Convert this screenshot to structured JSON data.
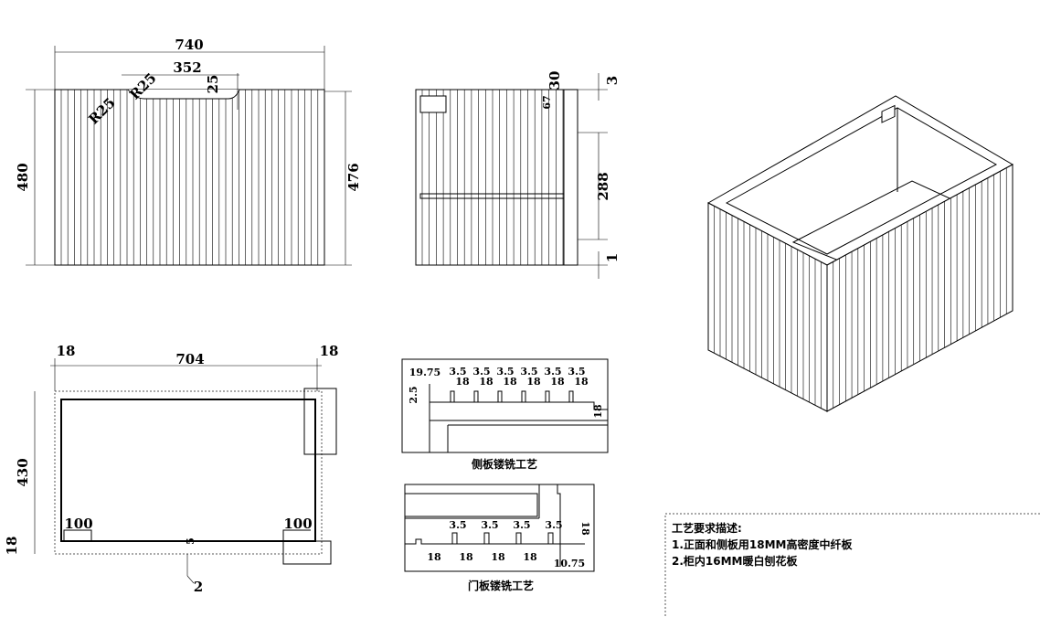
{
  "front_view": {
    "width": "740",
    "handle_width": "352",
    "handle_depth": "25",
    "radius_left": "R25",
    "radius_right": "R25",
    "height_left": "480",
    "height_right": "476"
  },
  "side_view": {
    "top_gap": "30",
    "top_offset": "3",
    "rail": "67",
    "middle": "288",
    "bottom_offset": "1"
  },
  "top_view": {
    "left_thickness": "18",
    "inner_width": "704",
    "right_thickness": "18",
    "depth": "430",
    "bottom_thickness": "18",
    "left_inset": "100",
    "right_inset": "100",
    "back_gap": "5",
    "small_gap": "2"
  },
  "side_panel_detail": {
    "title": "侧板镂铣工艺",
    "start": "19.75",
    "depth": "2.5",
    "groove": "3.5",
    "pitch": "18",
    "edge": "18"
  },
  "door_panel_detail": {
    "title": "门板镂铣工艺",
    "groove": "3.5",
    "pitch": "18",
    "thickness": "18",
    "end": "10.75"
  },
  "notes": {
    "heading": "工艺要求描述:",
    "lines": [
      "1.正面和侧板用18MM高密度中纤板",
      "2.柜内16MM暖白刨花板"
    ]
  }
}
